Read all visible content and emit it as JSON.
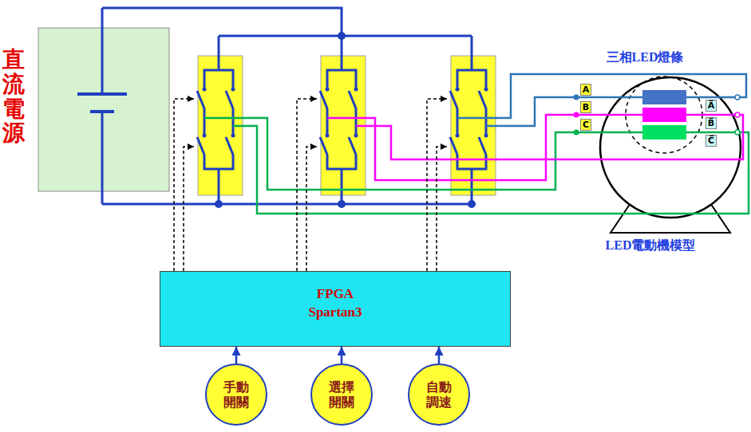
{
  "diagram": {
    "nodes": [
      {
        "text": [
          "直流電源"
        ]
      },
      {
        "text": [
          "三相LED燈條",
          "LED電動機模型"
        ]
      },
      {
        "text": [
          "FPGA",
          "Spartan3"
        ]
      },
      {
        "text": [
          "手動 開關"
        ]
      },
      {
        "text": [
          "選擇 開關"
        ]
      },
      {
        "text": [
          "自動 調速"
        ]
      }
    ],
    "edges": [
      {
        "from": 3,
        "to": 2,
        "arrow": "to"
      },
      {
        "from": 4,
        "to": 2,
        "arrow": "to"
      },
      {
        "from": 5,
        "to": 2,
        "arrow": "to"
      }
    ],
    "labels": [
      "A",
      "B",
      "C",
      "A̅",
      "B̅",
      "C̅"
    ]
  }
}
